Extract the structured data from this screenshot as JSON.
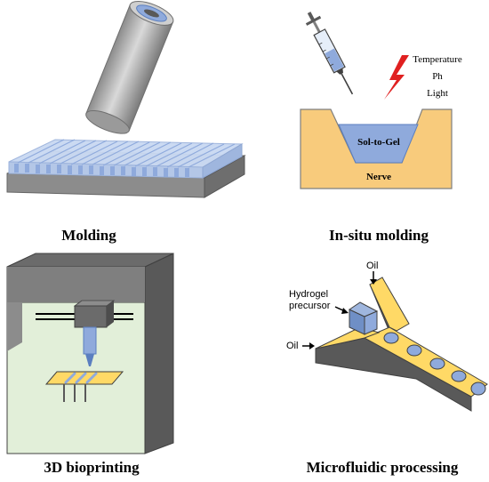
{
  "panels": {
    "molding": {
      "caption": "Molding"
    },
    "insitu": {
      "caption": "In-situ molding",
      "stimuli": [
        "Temperature",
        "Ph",
        "Light"
      ],
      "gel_label": "Sol-to-Gel",
      "tissue_label": "Nerve"
    },
    "bioprinting": {
      "caption": "3D bioprinting"
    },
    "microfluidic": {
      "caption": "Microfluidic processing",
      "label_oil_top": "Oil",
      "label_precursor_line1": "Hydrogel",
      "label_precursor_line2": "precursor",
      "label_oil_left": "Oil"
    }
  },
  "colors": {
    "tube_gray": "#a6a6a6",
    "gel_blue": "#8faadc",
    "nerve_tan": "#f8cb7c",
    "lightning_red": "#e02020",
    "frame_gray": "#7f7f7f",
    "channel_yellow": "#ffd966"
  }
}
